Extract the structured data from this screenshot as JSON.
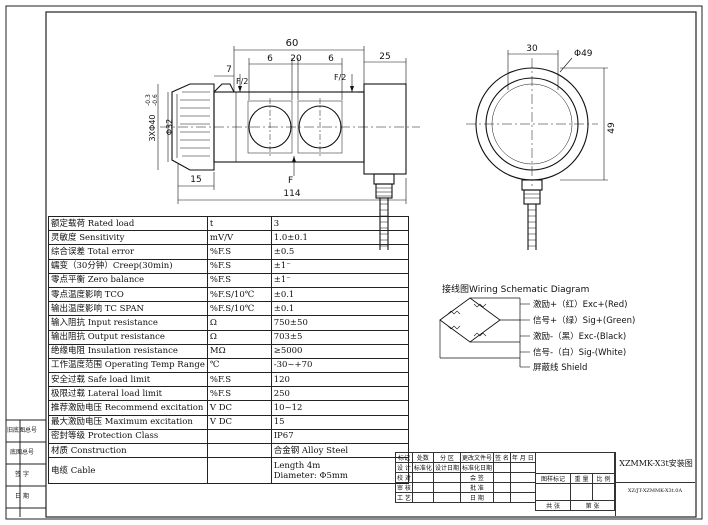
{
  "dimensions": {
    "top_total": "60",
    "top_7": "7",
    "top_6a": "6",
    "top_20": "20",
    "top_6b": "6",
    "top_25": "25",
    "f2_left": "F/2",
    "f2_right": "F/2",
    "f_center": "F",
    "dia_outer": "3XΦ40",
    "tol_upper": "-0.3",
    "tol_lower": "-0.6",
    "dia_inner": "Φ32",
    "left_15": "15",
    "bottom_114": "114",
    "side_30": "30",
    "side_dia49": "Φ49",
    "side_49": "49"
  },
  "wiring": {
    "title": "接线图Wiring Schematic Diagram",
    "lines": [
      {
        "label": "激励+（红）Exc+(Red)",
        "color": "#c00000"
      },
      {
        "label": "信号+（绿）Sig+(Green)",
        "color": "#1a7f1a"
      },
      {
        "label": "激励-（黑）Exc-(Black)",
        "color": "#000000"
      },
      {
        "label": "信号-（白）Sig-(White)",
        "color": "#777777"
      },
      {
        "label": "屏蔽线 Shield",
        "color": "#444444"
      }
    ]
  },
  "spec_rows": [
    {
      "name": "额定载荷 Rated load",
      "unit": "t",
      "value": "3"
    },
    {
      "name": "灵敏度 Sensitivity",
      "unit": "mV/V",
      "value": "1.0±0.1"
    },
    {
      "name": "综合误差 Total error",
      "unit": "%F.S",
      "value": "±0.5"
    },
    {
      "name": "蠕变（30分钟）Creep(30min)",
      "unit": "%F.S",
      "value": "±1⁻"
    },
    {
      "name": "零点平衡 Zero balance",
      "unit": "%F.S",
      "value": "±1⁻"
    },
    {
      "name": "零点温度影响 TCO",
      "unit": "%F.S/10℃",
      "value": "±0.1"
    },
    {
      "name": "输出温度影响 TC SPAN",
      "unit": "%F.S/10℃",
      "value": "±0.1"
    },
    {
      "name": "输入阻抗 Input resistance",
      "unit": "Ω",
      "value": "750±50"
    },
    {
      "name": "输出阻抗 Output resistance",
      "unit": "Ω",
      "value": "703±5"
    },
    {
      "name": "绝缘电阻 Insulation resistance",
      "unit": "MΩ",
      "value": "≥5000"
    },
    {
      "name": "工作温度范围 Operating Temp Range",
      "unit": "℃",
      "value": "-30~+70"
    },
    {
      "name": "安全过载 Safe load limit",
      "unit": "%F.S",
      "value": "120"
    },
    {
      "name": "极限过载 Lateral load limit",
      "unit": "%F.S",
      "value": "250"
    },
    {
      "name": "推荐激励电压 Recommend excitation",
      "unit": "V DC",
      "value": "10~12"
    },
    {
      "name": "最大激励电压 Maximum excitation",
      "unit": "V DC",
      "value": "15"
    },
    {
      "name": "密封等级 Protection Class",
      "unit": "",
      "value": "IP67"
    },
    {
      "name": "材质 Construction",
      "unit": "",
      "value": "合金钢 Alloy Steel"
    }
  ],
  "cable_row": {
    "name": "电缆 Cable",
    "length": "Length 4m",
    "diameter": "Diameter: Φ5mm"
  },
  "side_labels": [
    "旧底图总号",
    "底图总号",
    "签 字",
    "日 期"
  ],
  "title_block": {
    "title": "XZMMK-X3t安装图",
    "code": "XZ/JT-XZMMK-X3t.0A",
    "row1": [
      "标记",
      "处数",
      "分 区",
      "更改文件号",
      "签 名",
      "年 月 日"
    ],
    "row2": [
      "设 计",
      "标准化",
      "设计日期",
      "标准化日期"
    ],
    "labels_left": [
      "校 对",
      "审 核",
      "工 艺"
    ],
    "labels_mid": [
      "会 签",
      "批 准",
      "日 期"
    ],
    "mid_headers": [
      "图样标记",
      "重 量",
      "比 例"
    ],
    "sheet": [
      "共 张",
      "第 张"
    ]
  }
}
